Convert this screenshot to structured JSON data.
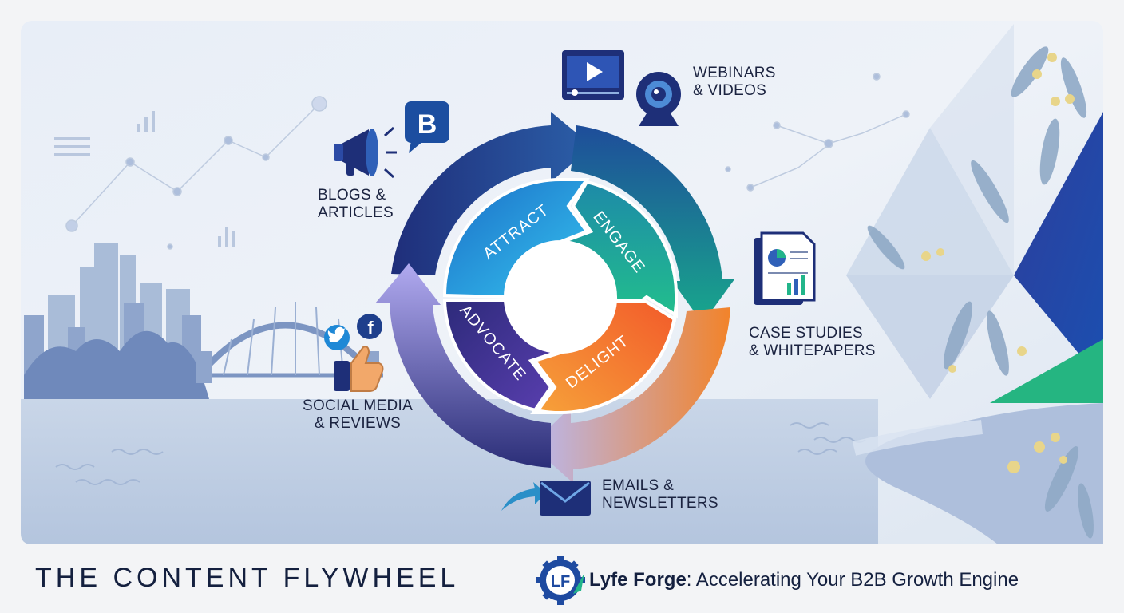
{
  "flywheel": {
    "stages": [
      {
        "label": "ATTRACT"
      },
      {
        "label": "ENGAGE"
      },
      {
        "label": "DELIGHT"
      },
      {
        "label": "ADVOCATE"
      }
    ]
  },
  "channels": [
    {
      "line1": "BLOGS &",
      "line2": "ARTICLES",
      "icon": "megaphone-icon"
    },
    {
      "line1": "WEBINARS",
      "line2": "& VIDEOS",
      "icon": "video-player-icon"
    },
    {
      "line1": "CASE STUDIES",
      "line2": "& WHITEPAPERS",
      "icon": "report-document-icon"
    },
    {
      "line1": "EMAILS &",
      "line2": "NEWSLETTERS",
      "icon": "envelope-icon"
    },
    {
      "line1": "SOCIAL MEDIA",
      "line2": "& REVIEWS",
      "icon": "thumbs-up-icon"
    }
  ],
  "footer": {
    "title": "THE CONTENT FLYWHEEL",
    "logo_text": "LF",
    "brand": "Lyfe Forge",
    "tagline": ": Accelerating Your B2B Growth Engine"
  },
  "colors": {
    "navy": "#1e2f78",
    "attract": "#2aa3e0",
    "engage": "#1fae8f",
    "delight": "#f2762a",
    "advocate": "#3b2f8a",
    "lavender": "#a7a6ec"
  }
}
